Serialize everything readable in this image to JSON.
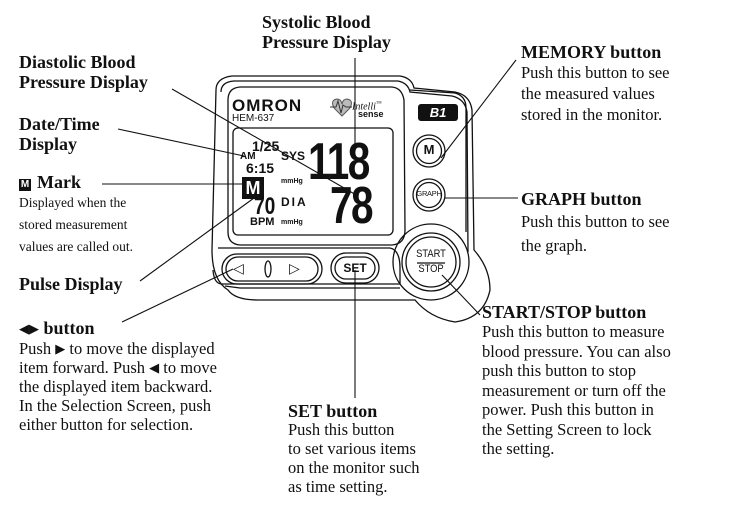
{
  "device": {
    "brand": "OMRON",
    "model": "HEM-637",
    "logo_text_top": "Intelli",
    "logo_text_tm": "™",
    "logo_text_bottom": "sense",
    "badge": "B1",
    "display": {
      "date": "1/25",
      "ampm": "AM",
      "time": "6:15",
      "memory_mark": "M",
      "pulse": "70",
      "pulse_unit": "BPM",
      "sys_label": "SYS",
      "dia_label": "DIA",
      "unit": "mmHg",
      "systolic": "118",
      "diastolic": "78"
    },
    "buttons": {
      "memory": "M",
      "graph": "GRAPH",
      "start": "START",
      "stop": "STOP",
      "set": "SET",
      "left_arrow": "◁",
      "right_arrow": "▷"
    }
  },
  "callouts": {
    "systolic": {
      "title_1": "Systolic Blood",
      "title_2": "Pressure Display"
    },
    "diastolic": {
      "title_1": "Diastolic Blood",
      "title_2": "Pressure Display"
    },
    "datetime": {
      "title_1": "Date/Time",
      "title_2": "Display"
    },
    "mark": {
      "icon": "M",
      "title": "Mark",
      "lines": [
        "Displayed when the",
        "stored measurement",
        "values are called out."
      ]
    },
    "pulse": {
      "title": "Pulse Display"
    },
    "arrows": {
      "left_glyph": "◀",
      "right_glyph": "▶",
      "title": "button",
      "line1_a": "Push ",
      "line1_b": " to move the displayed",
      "line2_a": "item forward. Push ",
      "line2_b": " to move",
      "line3": "the displayed item backward.",
      "line4": "In the Selection Screen, push",
      "line5": "either button for selection."
    },
    "set": {
      "title": "SET button",
      "lines": [
        "Push this button",
        "to set various items",
        "on the monitor such",
        "as time setting."
      ]
    },
    "memory": {
      "title": "MEMORY button",
      "lines": [
        "Push this button to see",
        "the measured values",
        "stored in the monitor."
      ]
    },
    "graph": {
      "title": "GRAPH button",
      "lines": [
        "Push this button to see",
        "the graph."
      ]
    },
    "startstop": {
      "title": "START/STOP button",
      "lines": [
        "Push this button to measure",
        "blood pressure. You can also",
        "push this button to stop",
        "measurement or turn off the",
        "power. Push this button in",
        "the Setting Screen to lock",
        "the setting."
      ]
    }
  }
}
